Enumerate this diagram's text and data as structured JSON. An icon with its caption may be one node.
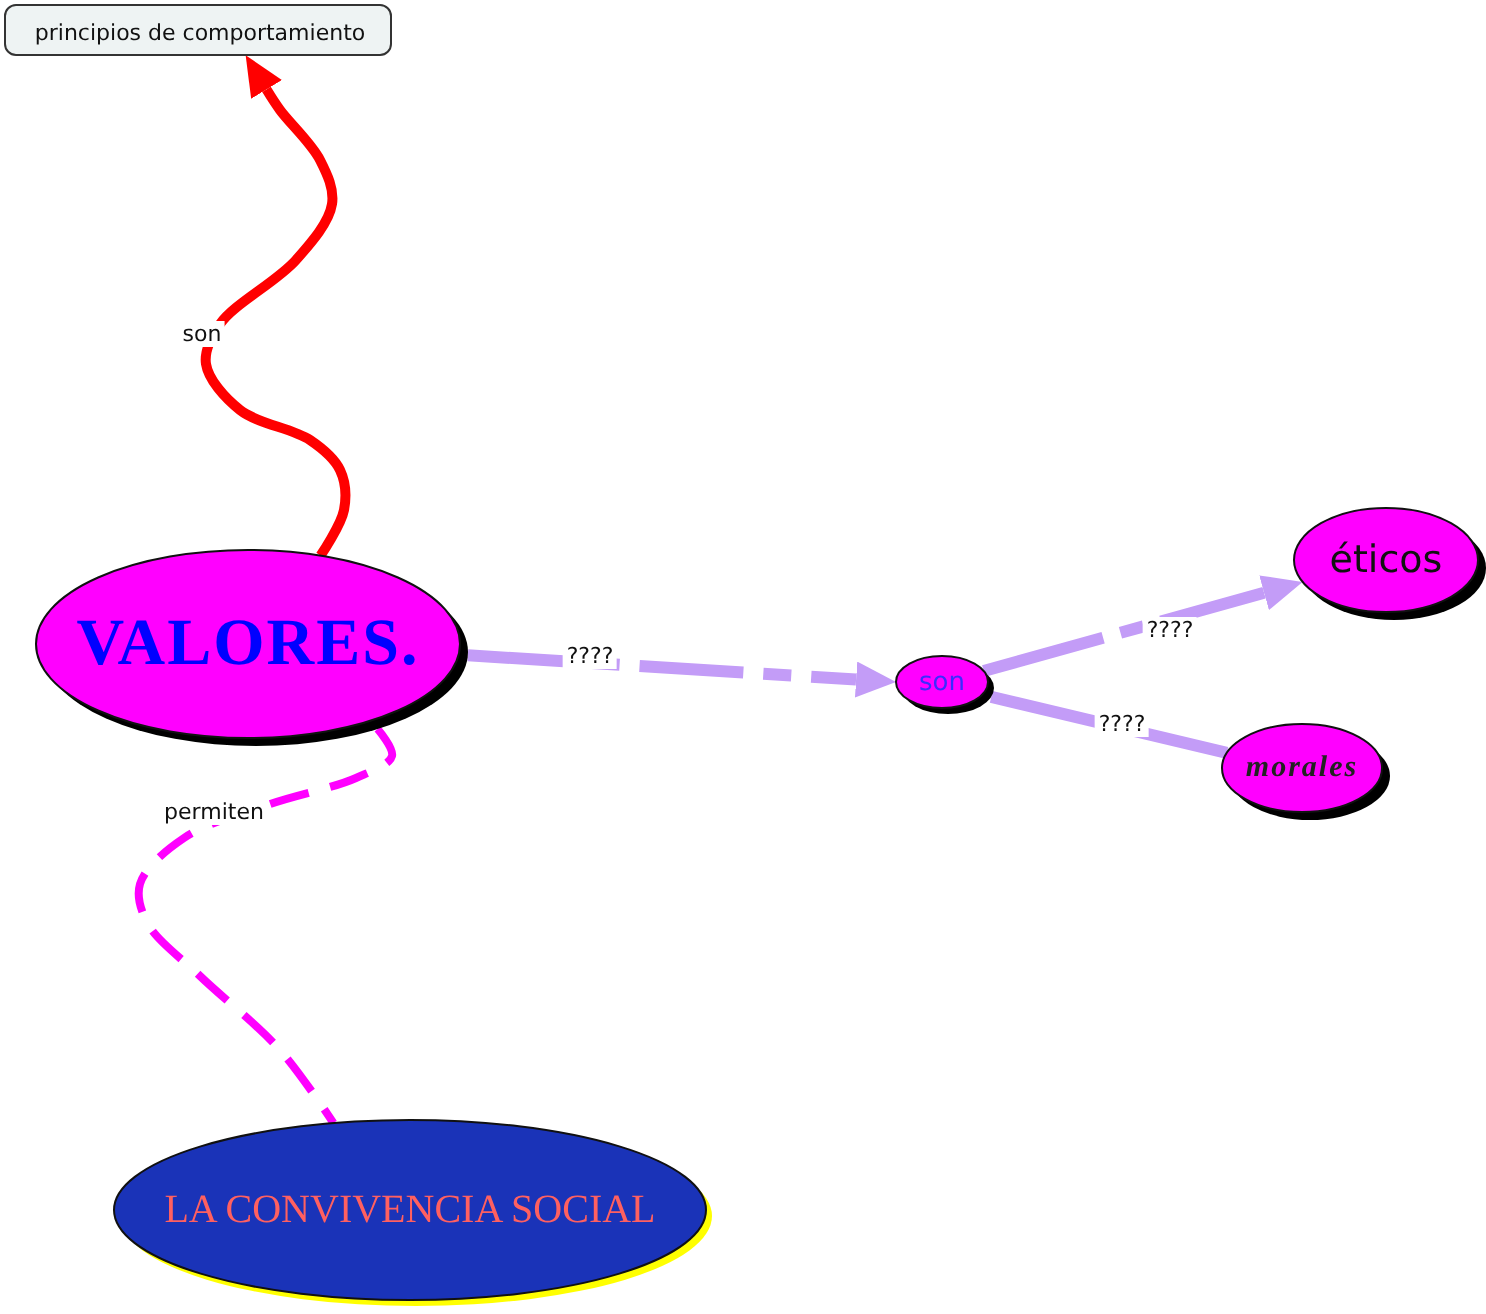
{
  "diagram": {
    "nodes": [
      {
        "text": [
          "principios de comportamiento"
        ]
      },
      {
        "text": [
          "VALORES."
        ]
      },
      {
        "text": [
          "son"
        ]
      },
      {
        "text": [
          "éticos"
        ]
      },
      {
        "text": [
          "morales"
        ]
      },
      {
        "text": [
          "LA CONVIVENCIA SOCIAL"
        ]
      }
    ],
    "edges": [
      {
        "from": 1,
        "to": 0,
        "arrow": "to",
        "label": "son",
        "color": "#ff0000"
      },
      {
        "from": 1,
        "to": 2,
        "arrow": "to",
        "label": "????",
        "style": "dashed"
      },
      {
        "from": 2,
        "to": 3,
        "arrow": "to",
        "label": "????",
        "style": "dashed"
      },
      {
        "from": 2,
        "to": 4,
        "arrow": "none",
        "label": "????"
      },
      {
        "from": 1,
        "to": 5,
        "arrow": "none",
        "label": "permiten",
        "style": "dashed",
        "color": "#ff00ff"
      }
    ]
  }
}
